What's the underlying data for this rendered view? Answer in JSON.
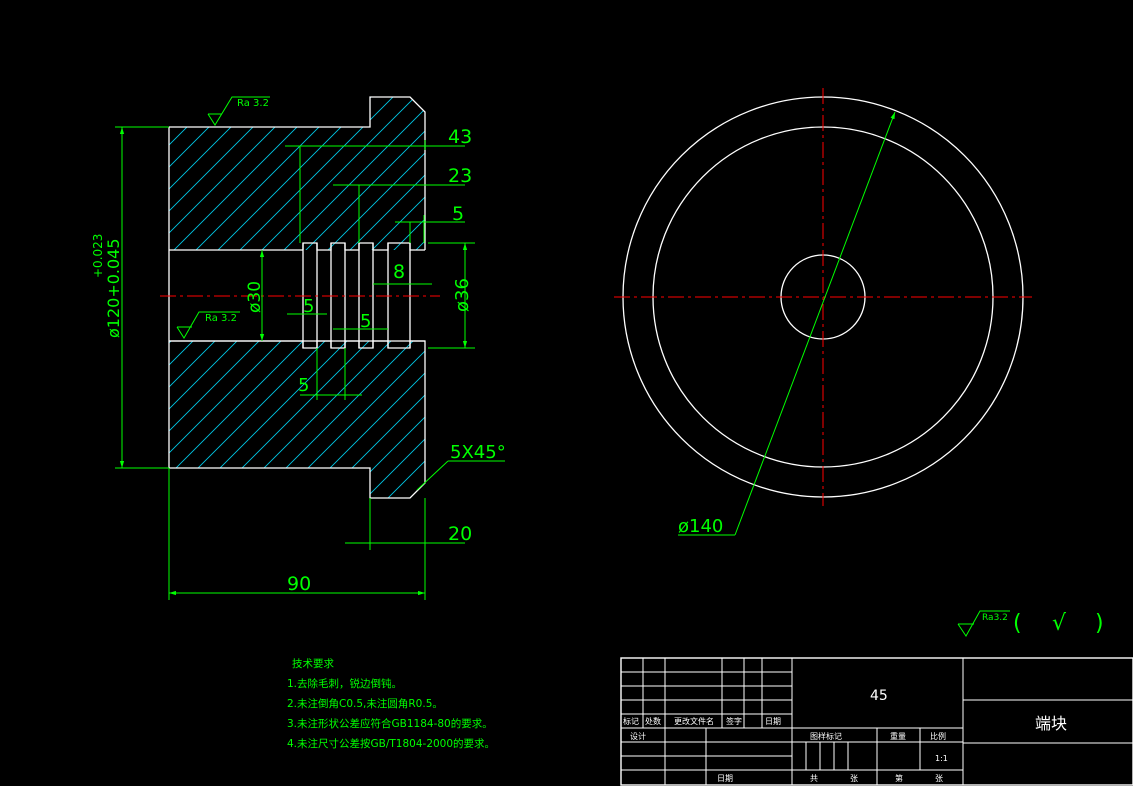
{
  "dims": {
    "d43": "43",
    "d23": "23",
    "d5a": "5",
    "d8": "8",
    "d36": "ø36",
    "d30": "ø30",
    "d5b": "5",
    "d5c": "5",
    "d5d": "5",
    "d120": "ø120+0.045",
    "d120tol": "+0.023",
    "chamfer": "5X45°",
    "d20": "20",
    "d90": "90",
    "d140": "ø140"
  },
  "roughness": {
    "top": "Ra 3.2",
    "left": "Ra 3.2",
    "general": "Ra3.2",
    "general_paren_open": "(",
    "general_check": "√",
    "general_paren_close": ")"
  },
  "notes": {
    "title": "技术要求",
    "items": [
      "1.去除毛刺，锐边倒钝。",
      "2.未注倒角C0.5,未注圆角R0.5。",
      "3.未注形状公差应符合GB1184-80的要求。",
      "4.未注尺寸公差按GB/T1804-2000的要求。"
    ]
  },
  "title_block": {
    "material": "45",
    "part_name": "端块",
    "scale": "1:1",
    "labels": {
      "mark": "标记",
      "count": "处数",
      "change_doc": "更改文件名",
      "sign": "签字",
      "date": "日期",
      "design": "设计",
      "date2": "日期",
      "stage_mark": "图样标记",
      "weight": "重量",
      "ratio": "比例",
      "total": "共",
      "sheets": "张",
      "nth": "第",
      "sheet": "张"
    }
  },
  "colors": {
    "background": "#000000",
    "outline": "#ffffff",
    "dimension": "#00ff00",
    "centerline": "#ff0000",
    "hatch": "#00c8e6"
  }
}
